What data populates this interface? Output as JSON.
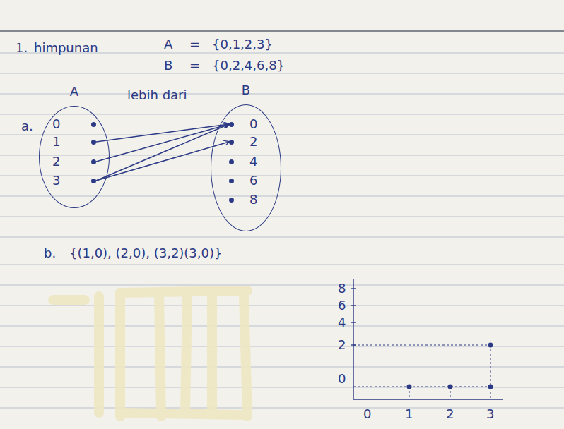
{
  "diagram": {
    "nodes": [
      {
        "text": [
          "A"
        ]
      },
      {
        "text": [
          "0"
        ],
        "in": 0
      },
      {
        "text": [
          "1"
        ],
        "in": 0
      },
      {
        "text": [
          "2"
        ],
        "in": 0
      },
      {
        "text": [
          "3"
        ],
        "in": 0
      },
      {
        "text": [
          "B"
        ]
      },
      {
        "text": [
          "0"
        ],
        "in": 5
      },
      {
        "text": [
          "2"
        ],
        "in": 5
      },
      {
        "text": [
          "4"
        ],
        "in": 5
      },
      {
        "text": [
          "6"
        ],
        "in": 5
      },
      {
        "text": [
          "8"
        ],
        "in": 5
      }
    ],
    "edges": [
      {
        "from": 2,
        "to": 6,
        "arrow": "to"
      },
      {
        "from": 3,
        "to": 6,
        "arrow": "to"
      },
      {
        "from": 4,
        "to": 7,
        "arrow": "to"
      },
      {
        "from": 4,
        "to": 6,
        "arrow": "to"
      }
    ],
    "labels": [
      "1.",
      "himpunan",
      "A",
      "=",
      "{0,1,2,3}",
      "B",
      "=",
      "{0,2,4,6,8}",
      "a.",
      "lebih dari",
      "b.",
      "{(1,0), (2,0), (3,2)(3,0)}",
      "8",
      "6",
      "4",
      "2",
      "0",
      "0",
      "1",
      "2",
      "3"
    ]
  }
}
